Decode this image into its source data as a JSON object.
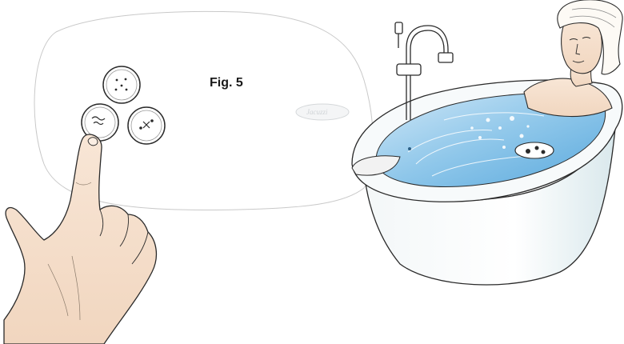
{
  "figure": {
    "label": "Fig. 5"
  },
  "panel": {
    "brand_text": "Jacuzzi",
    "buttons": [
      {
        "id": "top",
        "icon": "dots-pattern-icon"
      },
      {
        "id": "bottom-left",
        "icon": "wave-pattern-icon",
        "pressed": true
      },
      {
        "id": "bottom-right",
        "icon": "sparkle-pattern-icon"
      }
    ]
  },
  "colors": {
    "water": "#8fc7ea",
    "water_deep": "#5aa9dd",
    "skin": "#f6e2cf",
    "outline": "#2a2a2a"
  }
}
